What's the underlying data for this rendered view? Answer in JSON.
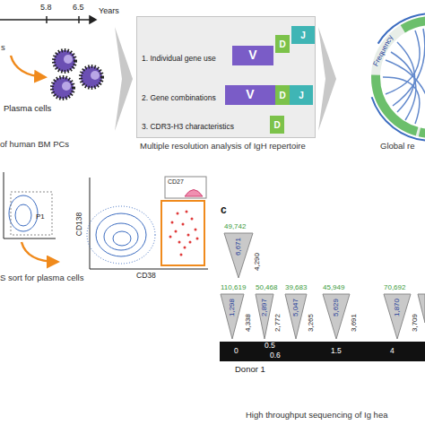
{
  "diagram": {
    "nodes": [
      {
        "text": [
          "1. Individual gene use",
          "2. Gene combinations",
          "3. CDR3-H3 characteristics"
        ]
      },
      {
        "text": [
          "V"
        ],
        "in": 0
      },
      {
        "text": [
          "D"
        ],
        "in": 0
      },
      {
        "text": [
          "J"
        ],
        "in": 0
      },
      {
        "text": [
          "V"
        ],
        "in": 0
      },
      {
        "text": [
          "D"
        ],
        "in": 0
      },
      {
        "text": [
          "J"
        ],
        "in": 0
      },
      {
        "text": [
          "D"
        ],
        "in": 0
      },
      {
        "text": [
          "49,742",
          "6,671",
          "4,290"
        ]
      },
      {
        "text": [
          "110,619",
          "1,298",
          "4,338"
        ]
      },
      {
        "text": [
          "50,468",
          "2,897",
          "2,772"
        ]
      },
      {
        "text": [
          "39,683",
          "5,047",
          "3,265"
        ]
      },
      {
        "text": [
          "45,949",
          "5,629",
          "3,691"
        ]
      },
      {
        "text": [
          "70,692",
          "1,870",
          "3,709"
        ]
      },
      {
        "text": [
          "0",
          "0.5",
          "0.6",
          "1.5",
          "4"
        ]
      }
    ],
    "edges": [
      {
        "from": 1,
        "to": 4,
        "arrow": "none"
      },
      {
        "from": 2,
        "to": 5,
        "arrow": "none"
      },
      {
        "from": 3,
        "to": 6,
        "arrow": "none"
      },
      {
        "from": 5,
        "to": 7,
        "arrow": "none"
      }
    ],
    "labels": [
      "5.8",
      "6.5",
      "Years",
      "s",
      "Plasma cells",
      "of human BM PCs",
      "Multiple resolution analysis of IgH repertoire",
      "Frequency",
      "Global re",
      "P1",
      "CD27",
      "CD138",
      "CD38",
      "S sort for plasma cells",
      "c",
      "Donor 1",
      "High throughput sequencing of Ig hea"
    ]
  }
}
